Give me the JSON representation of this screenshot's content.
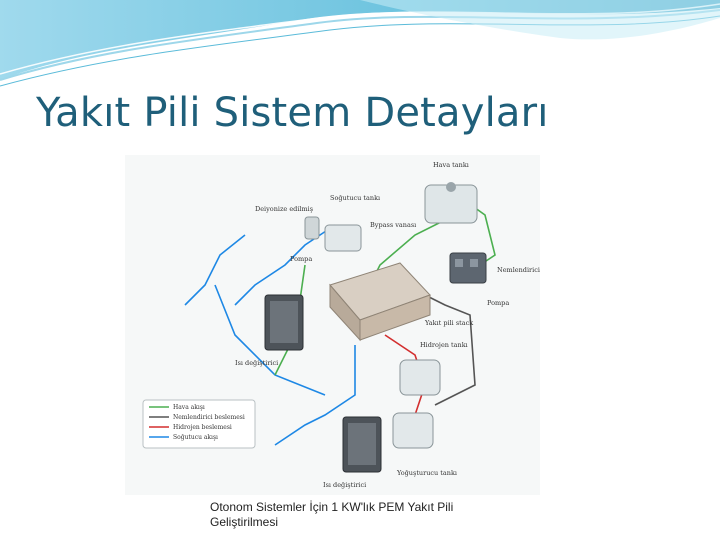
{
  "slide": {
    "title": "Yakıt Pili Sistem Detayları",
    "caption": "Otonom Sistemler İçin 1 KW'lık PEM Yakıt Pili Geliştirilmesi"
  },
  "diagram": {
    "labels": {
      "air_tank": "Hava tankı",
      "coolant_tank": "Soğutucu tankı",
      "deionizer": "Deiyonize edilmiş",
      "bypass_valve": "Bypass vanası",
      "pump_left": "Pompa",
      "humidifier": "Nemlendirici",
      "pump_right": "Pompa",
      "fuel_cell_stack": "Yakıt pili stack",
      "hydrogen_tank": "Hidrojen tankı",
      "heat_exchanger_left": "Isı değiştirici",
      "condensate_tank": "Yoğuşturucu tankı",
      "heat_exchanger_bottom": "Isı değiştirici"
    },
    "legend": [
      {
        "label": "Hava akışı",
        "color": "#4caf50"
      },
      {
        "label": "Nemlendirici beslemesi",
        "color": "#555555"
      },
      {
        "label": "Hidrojen beslemesi",
        "color": "#d32f2f"
      },
      {
        "label": "Soğutucu akışı",
        "color": "#1e88e5"
      }
    ]
  },
  "theme": {
    "title_color": "#1f5f7a",
    "wave_color": "#4fb7d8"
  }
}
